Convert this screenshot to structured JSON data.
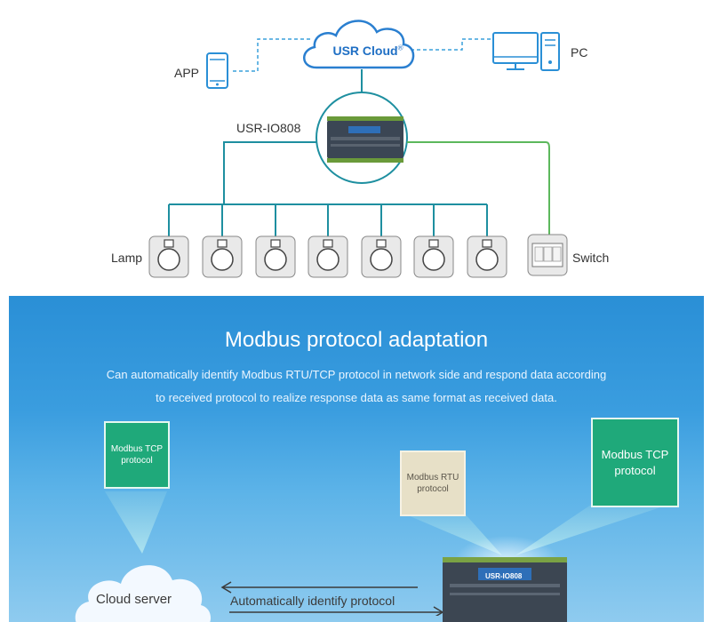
{
  "top": {
    "cloud_label": "USR Cloud",
    "cloud_mark": "®",
    "app_label": "APP",
    "pc_label": "PC",
    "device_label": "USR-IO808",
    "lamp_label": "Lamp",
    "switch_label": "Switch",
    "lamp_count": 7
  },
  "bottom": {
    "title": "Modbus protocol adaptation",
    "desc_line1": "Can automatically identify Modbus RTU/TCP protocol in network side and respond data according",
    "desc_line2": "to received protocol to realize response data as same format as received data.",
    "box_left": {
      "line1": "Modbus TCP",
      "line2": "protocol"
    },
    "box_mid": {
      "line1": "Modbus RTU",
      "line2": "protocol"
    },
    "box_right": {
      "line1": "Modbus TCP",
      "line2": "protocol"
    },
    "cloud_server": "Cloud server",
    "arrow_text": "Automatically identify protocol",
    "device_brand": "USR-IO808"
  },
  "colors": {
    "line_teal": "#1e8fa0",
    "line_green": "#5cb85c",
    "dashed_blue": "#3aa0dc",
    "cloud_blue": "#2a7fd0",
    "box_green": "#1fa97a",
    "box_beige": "#e7e0c7"
  }
}
